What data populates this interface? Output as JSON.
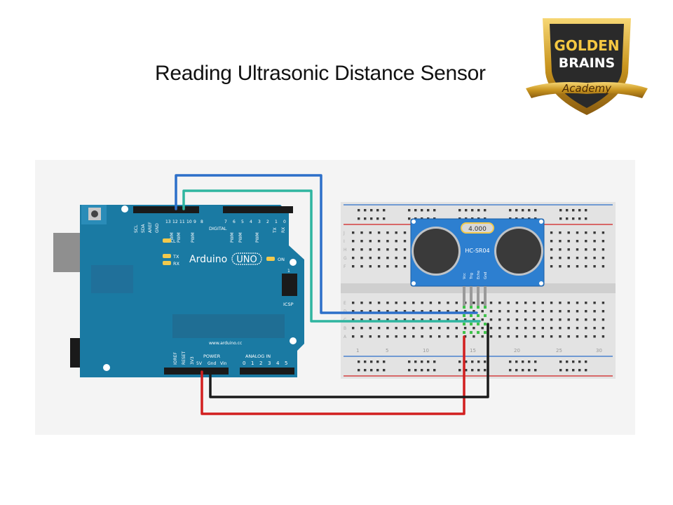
{
  "slide": {
    "title": "Reading Ultrasonic Distance Sensor"
  },
  "logo": {
    "line1": "GOLDEN",
    "line2": "BRAINS",
    "line3": "Academy"
  },
  "arduino": {
    "brand": "Arduino",
    "model": "UNO",
    "url": "www.arduino.cc",
    "digital_label": "DIGITAL",
    "icsp_label": "ICSP",
    "icsp_pin": "1",
    "power_label": "POWER",
    "analog_label": "ANALOG IN",
    "led_l": "L",
    "led_tx": "TX",
    "led_rx": "RX",
    "led_on": "ON",
    "top_pins_left": [
      "SCL",
      "SDA",
      "AREF",
      "GND",
      "13",
      "12",
      "11",
      "10",
      "9",
      "8"
    ],
    "top_pins_right": [
      "7",
      "6",
      "5",
      "4",
      "3",
      "2",
      "1",
      "0"
    ],
    "pwm_label": "PWM",
    "tx_pin": "TX",
    "rx_pin": "RX",
    "power_pins": [
      "IOREF",
      "RESET",
      "3V3",
      "5V",
      "Gnd",
      "Vin"
    ],
    "analog_pins": [
      "0",
      "1",
      "2",
      "3",
      "4",
      "5"
    ]
  },
  "sensor": {
    "model": "HC-SR04",
    "crystal": "4.000",
    "pins": [
      "Vcc",
      "Trig",
      "Echo",
      "Gnd"
    ]
  },
  "breadboard": {
    "col_numbers": [
      "1",
      "5",
      "10",
      "15",
      "20",
      "25",
      "30"
    ],
    "row_letters_top": [
      "J",
      "I",
      "H",
      "G",
      "F"
    ],
    "row_letters_bottom": [
      "E",
      "D",
      "C",
      "B",
      "A"
    ]
  },
  "colors": {
    "board": "#1a7aa3",
    "sensor": "#2d7fd0",
    "wire_blue": "#2c6fc9",
    "wire_teal": "#2fb5a0",
    "wire_red": "#d21f1f",
    "wire_black": "#1a1a1a",
    "breadboard": "#e5e5e5"
  }
}
